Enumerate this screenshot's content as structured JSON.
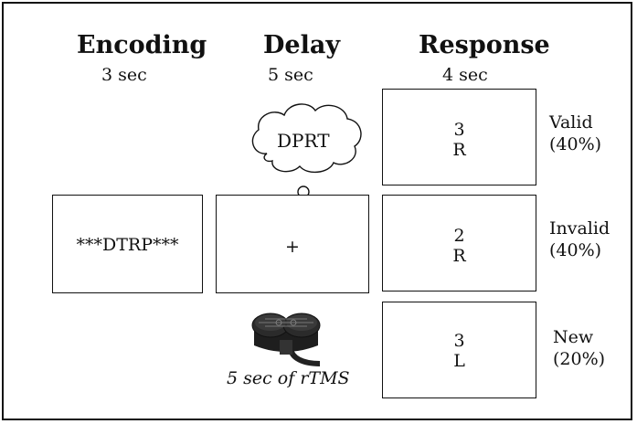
{
  "phases": {
    "encoding": {
      "title": "Encoding",
      "duration": "3 sec"
    },
    "delay": {
      "title": "Delay",
      "duration": "5 sec"
    },
    "response": {
      "title": "Response",
      "duration": "4 sec"
    }
  },
  "encoding_stimulus": "***DTRP***",
  "delay": {
    "thought_text": "DPRT",
    "fixation": "+",
    "tms_caption": "5 sec of rTMS"
  },
  "responses": [
    {
      "digit": "3",
      "letter": "R",
      "condition": "Valid",
      "percent": "(40%)"
    },
    {
      "digit": "2",
      "letter": "R",
      "condition": "Invalid",
      "percent": "(40%)"
    },
    {
      "digit": "3",
      "letter": "L",
      "condition": "New",
      "percent": "(20%)"
    }
  ]
}
